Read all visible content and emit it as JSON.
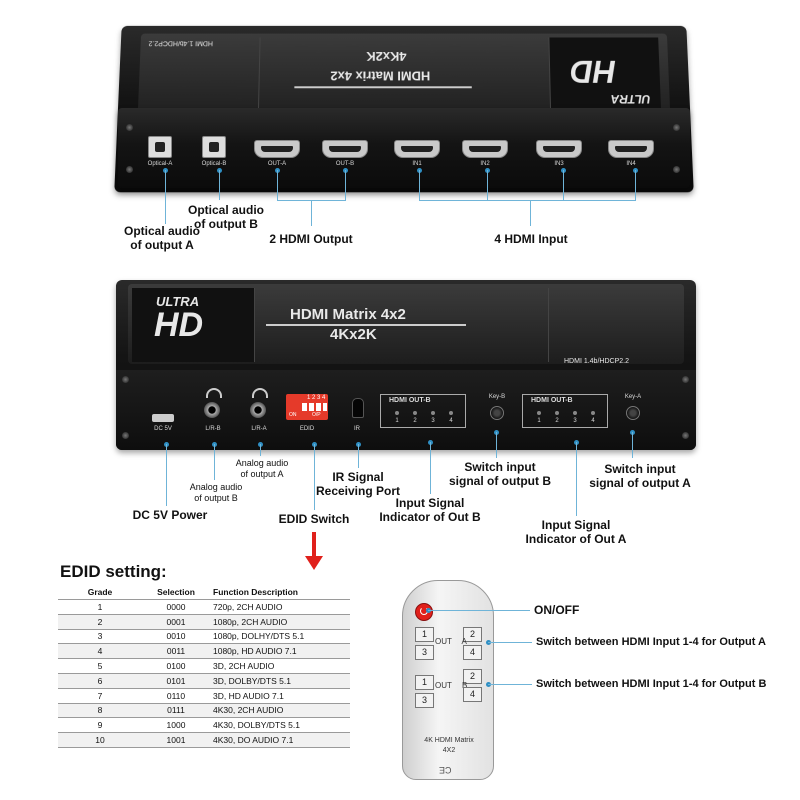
{
  "top_device": {
    "badge_ultra": "ULTRA",
    "badge_hd": "HD",
    "title_line1": "HDMI Matrix 4x2",
    "title_line2": "4Kx2K",
    "spec": "HDMI 1.4b/HDCP2.2",
    "ports": [
      "Optical-A",
      "Optical-B",
      "OUT-A",
      "OUT-B",
      "IN1",
      "IN2",
      "IN3",
      "IN4"
    ]
  },
  "top_callouts": {
    "optical_b": "Optical audio\nof output B",
    "optical_a": "Optical audio\nof output A",
    "hdmi_output": "2 HDMI Output",
    "hdmi_input": "4 HDMI Input"
  },
  "bottom_device": {
    "badge_ultra": "ULTRA",
    "badge_hd": "HD",
    "title_line1": "HDMI Matrix 4x2",
    "title_line2": "4Kx2K",
    "spec": "HDMI 1.4b/HDCP2.2",
    "dip_numbers": "1 2 3 4",
    "dip_on": "ON",
    "dip_op": "O/P",
    "port_labels": {
      "dc": "DC 5V",
      "lr_b": "L/R-B",
      "lr_a": "L/R-A",
      "edid": "EDID",
      "ir": "IR",
      "key_b": "Key-B",
      "key_a": "Key-A"
    },
    "indicator_b": "HDMI OUT-B",
    "indicator_a": "HDMI OUT-B",
    "indicator_numbers": [
      "1",
      "2",
      "3",
      "4"
    ]
  },
  "bottom_callouts": {
    "dc_power": "DC 5V Power",
    "analog_b": "Analog audio\nof output B",
    "analog_a": "Analog audio\nof output A",
    "edid_switch": "EDID Switch",
    "ir_port": "IR Signal\nReceiving Port",
    "indicator_out_b": "Input Signal\nIndicator of Out B",
    "switch_b": "Switch input\nsignal of output B",
    "indicator_out_a": "Input Signal\nIndicator of Out A",
    "switch_a": "Switch input\nsignal of output A"
  },
  "edid": {
    "heading": "EDID setting:",
    "columns": [
      "Grade",
      "Selection",
      "Function Description"
    ],
    "rows": [
      [
        "1",
        "0000",
        "720p, 2CH AUDIO"
      ],
      [
        "2",
        "0001",
        "1080p, 2CH AUDIO"
      ],
      [
        "3",
        "0010",
        "1080p, DOLHY/DTS 5.1"
      ],
      [
        "4",
        "0011",
        "1080p, HD AUDIO 7.1"
      ],
      [
        "5",
        "0100",
        "3D, 2CH AUDIO"
      ],
      [
        "6",
        "0101",
        "3D, DOLBY/DTS 5.1"
      ],
      [
        "7",
        "0110",
        "3D, HD AUDIO 7.1"
      ],
      [
        "8",
        "0111",
        "4K30, 2CH AUDIO"
      ],
      [
        "9",
        "1000",
        "4K30, DOLBY/DTS 5.1"
      ],
      [
        "10",
        "1001",
        "4K30, DO AUDIO 7.1"
      ]
    ]
  },
  "remote": {
    "out_a": "OUT A",
    "out_b": "OUT B",
    "keys_a": [
      "1",
      "2",
      "3",
      "4"
    ],
    "keys_b": [
      "1",
      "2",
      "3",
      "4"
    ],
    "model_line1": "4K HDMI Matrix",
    "model_line2": "4X2",
    "mirrored_text": "CE"
  },
  "remote_callouts": {
    "on_off": "ON/OFF",
    "switch_a": "Switch between HDMI Input 1-4 for Output A",
    "switch_b": "Switch between HDMI Input 1-4 for Output B"
  },
  "colors": {
    "callout_line": "#6fb4d8",
    "arrow": "#e0201b",
    "power": "#e0201b"
  }
}
